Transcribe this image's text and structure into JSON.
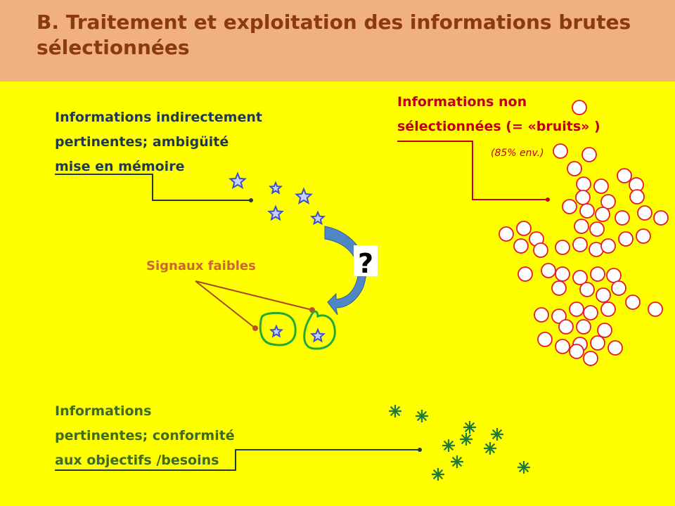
{
  "title": "B. Traitement  et exploitation des informations brutes sélectionnées",
  "labels": {
    "indirect": [
      "Informations indirectement",
      "pertinentes; ambigüité",
      "mise en mémoire"
    ],
    "noise": [
      "Informations non",
      "sélectionnées (= «bruits» )"
    ],
    "noise_share": "(85% env.)",
    "weak_signals": "Signaux faibles",
    "relevant": [
      "Informations",
      "pertinentes; conformité",
      "aux objectifs /besoins"
    ]
  },
  "question_mark": "?",
  "colors": {
    "background": "#ffff00",
    "header": "#f0b080",
    "title": "#8b3a0e",
    "indirect_label": "#1f3a4f",
    "noise_label": "#c0001a",
    "weak_label": "#cc6633",
    "relevant_label": "#3d6b1f",
    "star_blue": "#3a4fc8",
    "noise_circle": "#e81a2a",
    "green_star": "#1f7a3a",
    "circle_outline": "#22aa33",
    "arrow_blue": "#4f86c6"
  },
  "icons": [
    "blue-star-icon",
    "red-circle-icon",
    "green-asterisk-icon",
    "curved-arrow-icon"
  ]
}
